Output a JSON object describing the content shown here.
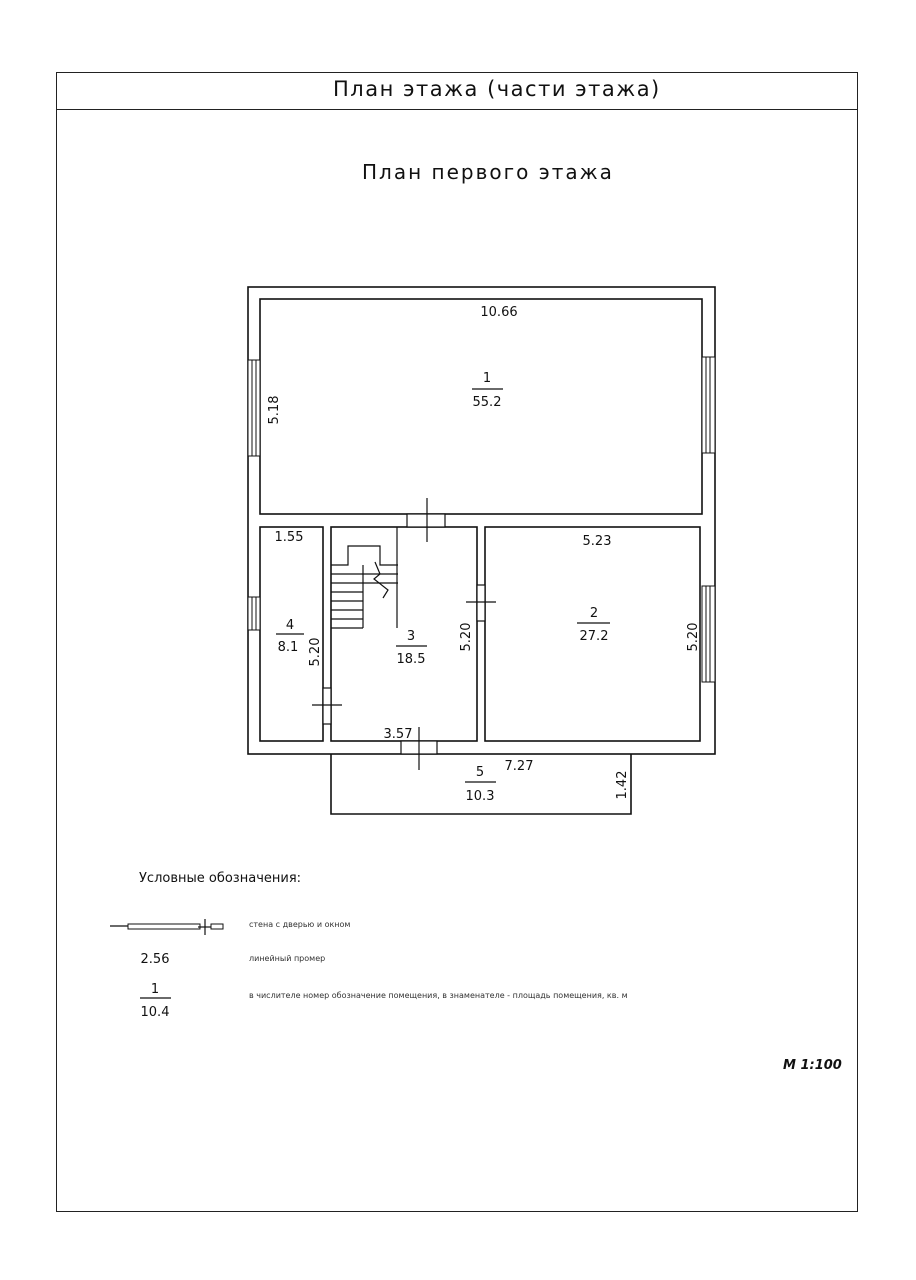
{
  "header": {
    "title": "План этажа (части этажа)"
  },
  "plan": {
    "title": "План первого этажа",
    "rooms": [
      {
        "number": "1",
        "area": "55.2",
        "dim_h": "10.66",
        "dim_v": "5.18"
      },
      {
        "number": "2",
        "area": "27.2",
        "dim_h": "5.23",
        "dim_v": "5.20"
      },
      {
        "number": "3",
        "area": "18.5",
        "dim_h": "3.57",
        "dim_v": "5.20"
      },
      {
        "number": "4",
        "area": "8.1",
        "dim_h": "1.55",
        "dim_v": "5.20"
      },
      {
        "number": "5",
        "area": "10.3",
        "dim_h": "7.27",
        "dim_v": "1.42"
      }
    ]
  },
  "legend": {
    "title": "Условные обозначения:",
    "items": [
      {
        "sample": "",
        "text": "стена с дверью и окном"
      },
      {
        "sample": "2.56",
        "text": "линейный промер"
      },
      {
        "sample_num": "1",
        "sample_den": "10.4",
        "text": "в числителе номер обозначение помещения, в знаменателе - площадь помещения, кв. м"
      }
    ]
  },
  "scale": "М 1:100"
}
